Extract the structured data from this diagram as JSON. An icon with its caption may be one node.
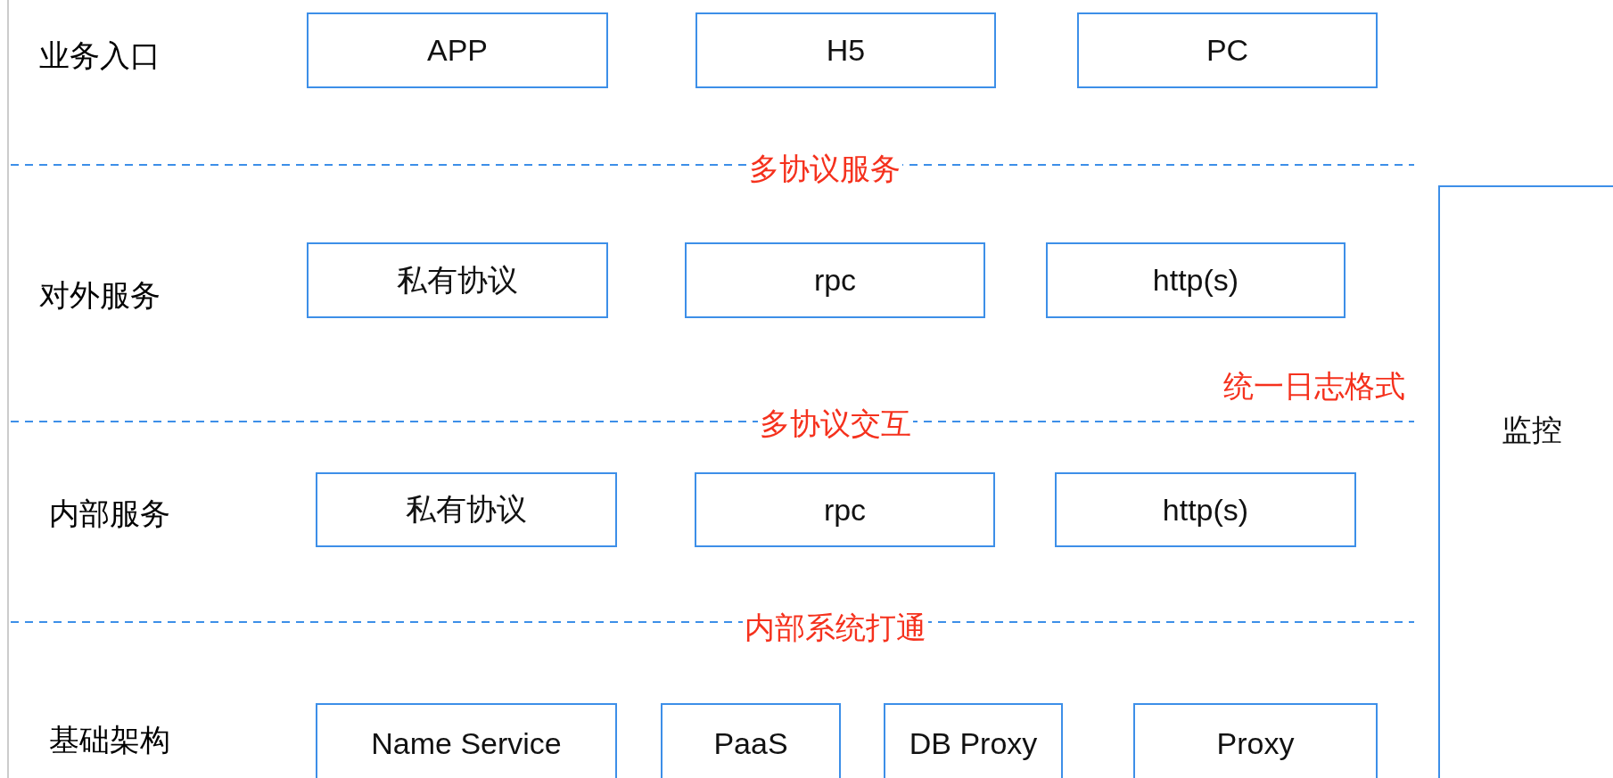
{
  "diagram": {
    "nodes": [
      {
        "text": [
          "APP"
        ]
      },
      {
        "text": [
          "H5"
        ]
      },
      {
        "text": [
          "PC"
        ]
      },
      {
        "text": [
          "私有协议"
        ]
      },
      {
        "text": [
          "rpc"
        ]
      },
      {
        "text": [
          "http(s)"
        ]
      },
      {
        "text": [
          "私有协议"
        ]
      },
      {
        "text": [
          "rpc"
        ]
      },
      {
        "text": [
          "http(s)"
        ]
      },
      {
        "text": [
          "Name Service"
        ]
      },
      {
        "text": [
          "PaaS"
        ]
      },
      {
        "text": [
          "DB Proxy"
        ]
      },
      {
        "text": [
          "Proxy"
        ]
      },
      {
        "text": [
          "监控"
        ]
      }
    ],
    "labels": [
      "业务入口",
      "多协议服务",
      "对外服务",
      "统一日志格式",
      "多协议交互",
      "内部服务",
      "内部系统打通",
      "基础架构"
    ]
  }
}
